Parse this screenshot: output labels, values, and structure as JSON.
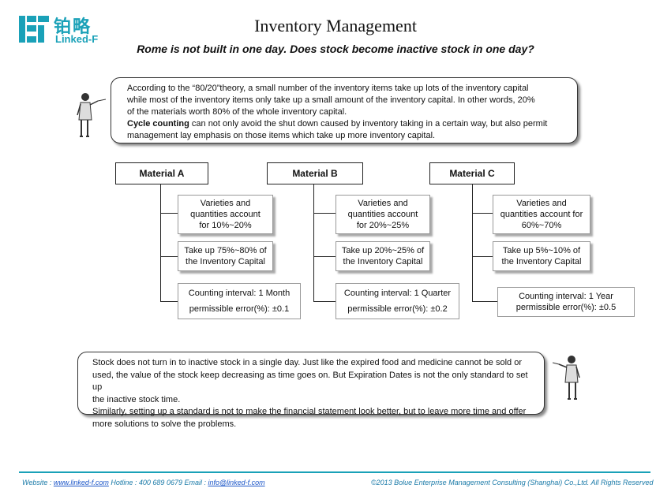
{
  "logo": {
    "cn": "铂略",
    "en": "Linked-F"
  },
  "header": {
    "title": "Inventory Management",
    "subtitle": "Rome is not built in one day. Does stock become inactive stock in one day?"
  },
  "intro": {
    "line1": "According to the “80/20”theory, a small number of the inventory items take up lots of the inventory capital",
    "line2": "while most of the inventory items only take up a small amount of the inventory capital. In other words, 20%",
    "line3": "of the materials worth 80% of the whole inventory capital.",
    "keyword": "Cycle counting",
    "line4_rest": " can not only avoid the shut down caused by inventory taking in a certain way, but also permit",
    "line5": "management lay emphasis on those items which take up more inventory capital."
  },
  "materials": [
    {
      "name": "Material A",
      "varieties": [
        "Varieties and",
        "quantities account",
        "for 10%~20%"
      ],
      "capital": [
        "Take up 75%~80% of",
        "the Inventory Capital"
      ],
      "interval": "Counting interval: 1 Month",
      "error": "permissible error(%): ±0.1"
    },
    {
      "name": "Material B",
      "varieties": [
        "Varieties and",
        "quantities account",
        "for 20%~25%"
      ],
      "capital": [
        "Take up 20%~25% of",
        "the Inventory Capital"
      ],
      "interval": "Counting interval: 1 Quarter",
      "error": "permissible error(%): ±0.2"
    },
    {
      "name": "Material C",
      "varieties": [
        "Varieties and",
        "quantities account for",
        "60%~70%"
      ],
      "capital": [
        "Take up 5%~10% of",
        "the Inventory Capital"
      ],
      "interval": "Counting interval: 1 Year",
      "error": "permissible error(%): ±0.5"
    }
  ],
  "conclusion": {
    "line1": "Stock does not turn in to inactive stock in a single day. Just like the expired food and medicine cannot be sold or",
    "line2": "used, the value of the stock keep decreasing as time goes on. But Expiration Dates is not the only standard to set up",
    "line3": "the inactive stock time.",
    "line4": "Similarly, setting up a standard is not to make the financial statement look better, but to leave more time and offer",
    "line5": "more solutions to solve the problems."
  },
  "footer": {
    "website_label": "Website : ",
    "website": "www.linked-f.com",
    "hotline": "  Hotline : 400 689 0679  Email :  ",
    "email": "info@linked-f.com",
    "copyright": "©2013 Bolue Enterprise Management Consulting (Shanghai) Co.,Ltd. All Rights Reserved"
  },
  "colors": {
    "brand": "#1aa1b8",
    "link": "#1a55c8"
  }
}
